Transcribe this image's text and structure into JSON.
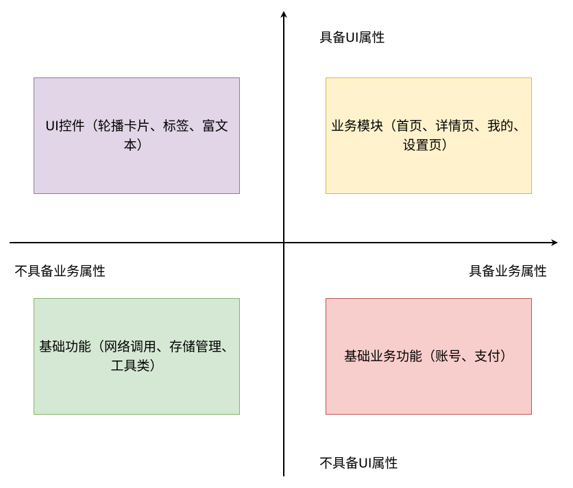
{
  "axes": {
    "top_label": "具备UI属性",
    "bottom_label": "不具备UI属性",
    "left_label": "不具备业务属性",
    "right_label": "具备业务属性"
  },
  "quadrants": {
    "ui_controls": {
      "text": "UI控件（轮播卡片、标签、富文本）",
      "fill": "#e1d5e7",
      "stroke": "#9673a6"
    },
    "business_modules": {
      "text": "业务模块（首页、详情页、我的、设置页）",
      "fill": "#fff2cc",
      "stroke": "#d6b656"
    },
    "basic_functions": {
      "text": "基础功能（网络调用、存储管理、工具类）",
      "fill": "#d5e8d4",
      "stroke": "#82b366"
    },
    "basic_business_functions": {
      "text": "基础业务功能（账号、支付）",
      "fill": "#f8cecc",
      "stroke": "#b85450"
    }
  }
}
